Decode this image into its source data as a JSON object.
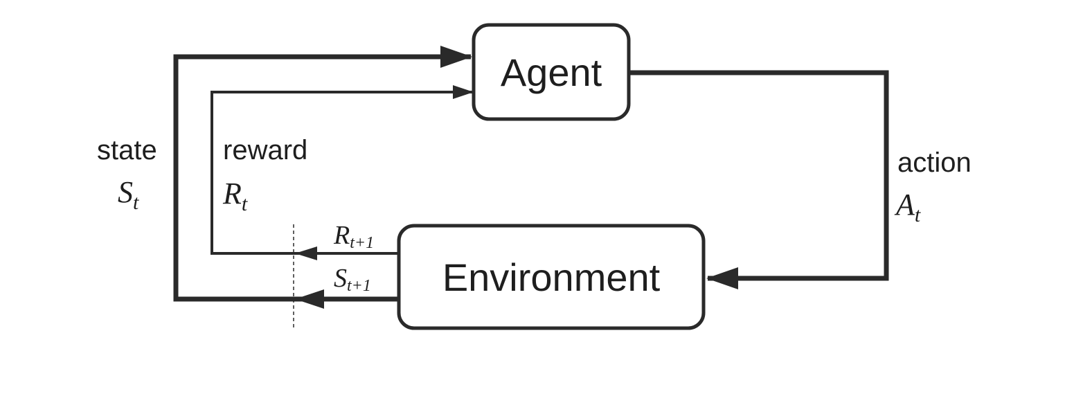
{
  "nodes": {
    "agent": {
      "label": "Agent"
    },
    "environment": {
      "label": "Environment"
    }
  },
  "labels": {
    "state": {
      "word": "state",
      "symbol": "S",
      "subscript": "t"
    },
    "reward": {
      "word": "reward",
      "symbol": "R",
      "subscript": "t"
    },
    "action": {
      "word": "action",
      "symbol": "A",
      "subscript": "t"
    },
    "next_reward": {
      "symbol": "R",
      "subscript": "t+1"
    },
    "next_state": {
      "symbol": "S",
      "subscript": "t+1"
    }
  },
  "colors": {
    "stroke": "#2a2a2a",
    "text": "#1e1e1e",
    "background": "#ffffff"
  }
}
